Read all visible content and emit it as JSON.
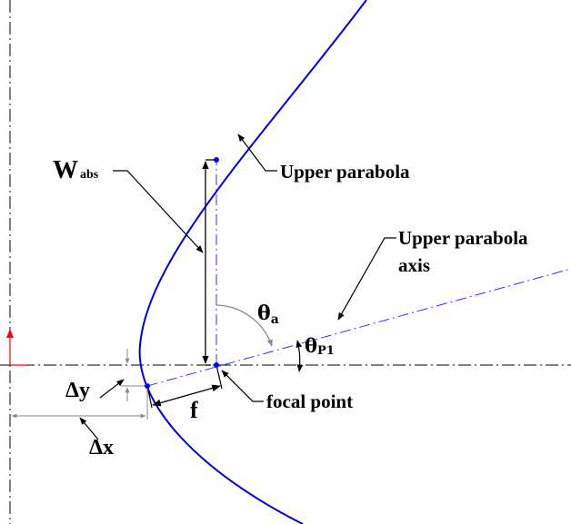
{
  "labels": {
    "w_main": "W",
    "w_sub": "abs",
    "upper_parabola": "Upper parabola",
    "upper_parabola_axis_line1": "Upper parabola",
    "upper_parabola_axis_line2": "axis",
    "theta_a_main": "θ",
    "theta_a_sub": "a",
    "theta_p1_main": "θ",
    "theta_p1_sub": "P1",
    "delta_y": "Δy",
    "delta_x": "Δx",
    "f": "f",
    "focal_point": "focal point"
  },
  "colors": {
    "curve": "#0000cc",
    "axis_line": "#3333ff",
    "dim_line": "#000000",
    "center_line": "#000000",
    "grey_dim": "#888888",
    "marker_red": "#ff0000",
    "point_blue": "#0000ff"
  }
}
